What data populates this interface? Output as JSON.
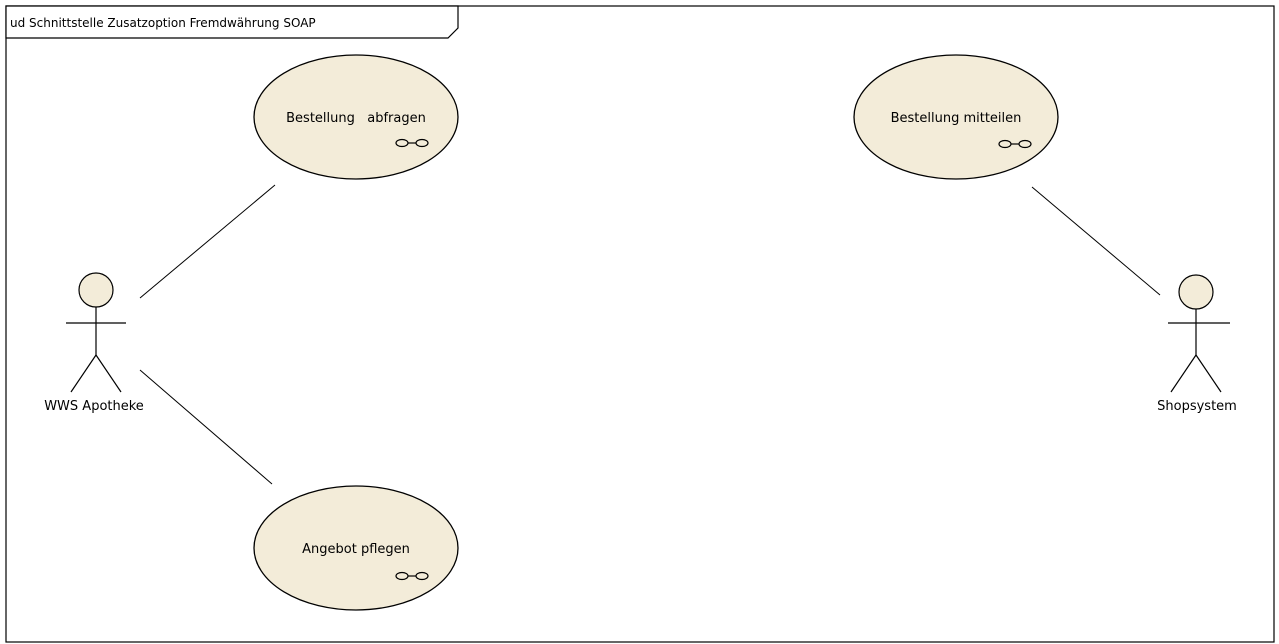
{
  "diagram": {
    "frame_title": "ud Schnittstelle Zusatzoption Fremdwährung SOAP",
    "use_cases": [
      {
        "label": "Bestellung   abfragen"
      },
      {
        "label": "Bestellung mitteilen"
      },
      {
        "label": "Angebot pflegen"
      }
    ],
    "actors": [
      {
        "label": "WWS Apotheke"
      },
      {
        "label": "Shopsystem"
      }
    ]
  },
  "colors": {
    "fill": "#f3ecd9",
    "stroke": "#000000",
    "background": "#ffffff"
  }
}
